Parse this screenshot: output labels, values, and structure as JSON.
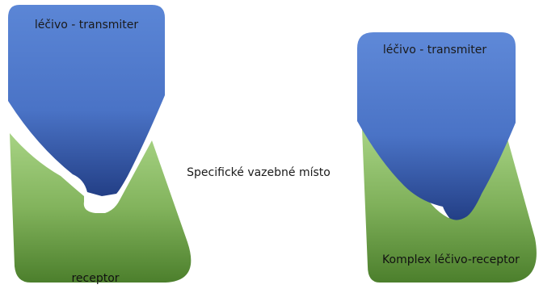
{
  "left_diagram": {
    "drug_label": "léčivo - transmiter",
    "receptor_label": "receptor"
  },
  "middle_label": "Specifické vazebné místo",
  "right_diagram": {
    "drug_label": "léčivo - transmiter",
    "complex_label": "Komplex léčivo-receptor"
  },
  "colors": {
    "drug_top": "#5b86d6",
    "drug_bottom": "#233f86",
    "receptor_top": "#a7d384",
    "receptor_bottom": "#4c7f2c",
    "text": "#1a1a1a"
  }
}
